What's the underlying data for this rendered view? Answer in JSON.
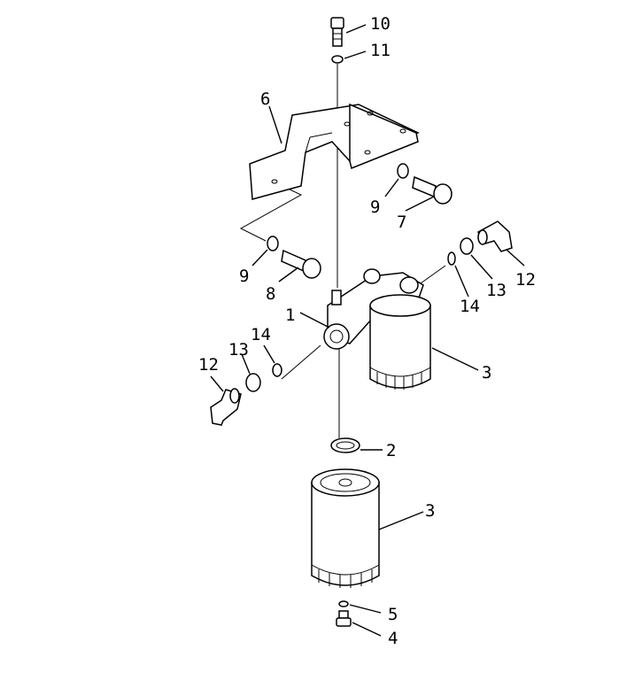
{
  "callouts": [
    {
      "id": "c10",
      "label": "10"
    },
    {
      "id": "c11",
      "label": "11"
    },
    {
      "id": "c6",
      "label": "6"
    },
    {
      "id": "c9a",
      "label": "9"
    },
    {
      "id": "c7",
      "label": "7"
    },
    {
      "id": "c12a",
      "label": "12"
    },
    {
      "id": "c13a",
      "label": "13"
    },
    {
      "id": "c14a",
      "label": "14"
    },
    {
      "id": "c9b",
      "label": "9"
    },
    {
      "id": "c8",
      "label": "8"
    },
    {
      "id": "c1",
      "label": "1"
    },
    {
      "id": "c14b",
      "label": "14"
    },
    {
      "id": "c13b",
      "label": "13"
    },
    {
      "id": "c12b",
      "label": "12"
    },
    {
      "id": "c3a",
      "label": "3"
    },
    {
      "id": "c2",
      "label": "2"
    },
    {
      "id": "c3b",
      "label": "3"
    },
    {
      "id": "c5",
      "label": "5"
    },
    {
      "id": "c4",
      "label": "4"
    }
  ]
}
